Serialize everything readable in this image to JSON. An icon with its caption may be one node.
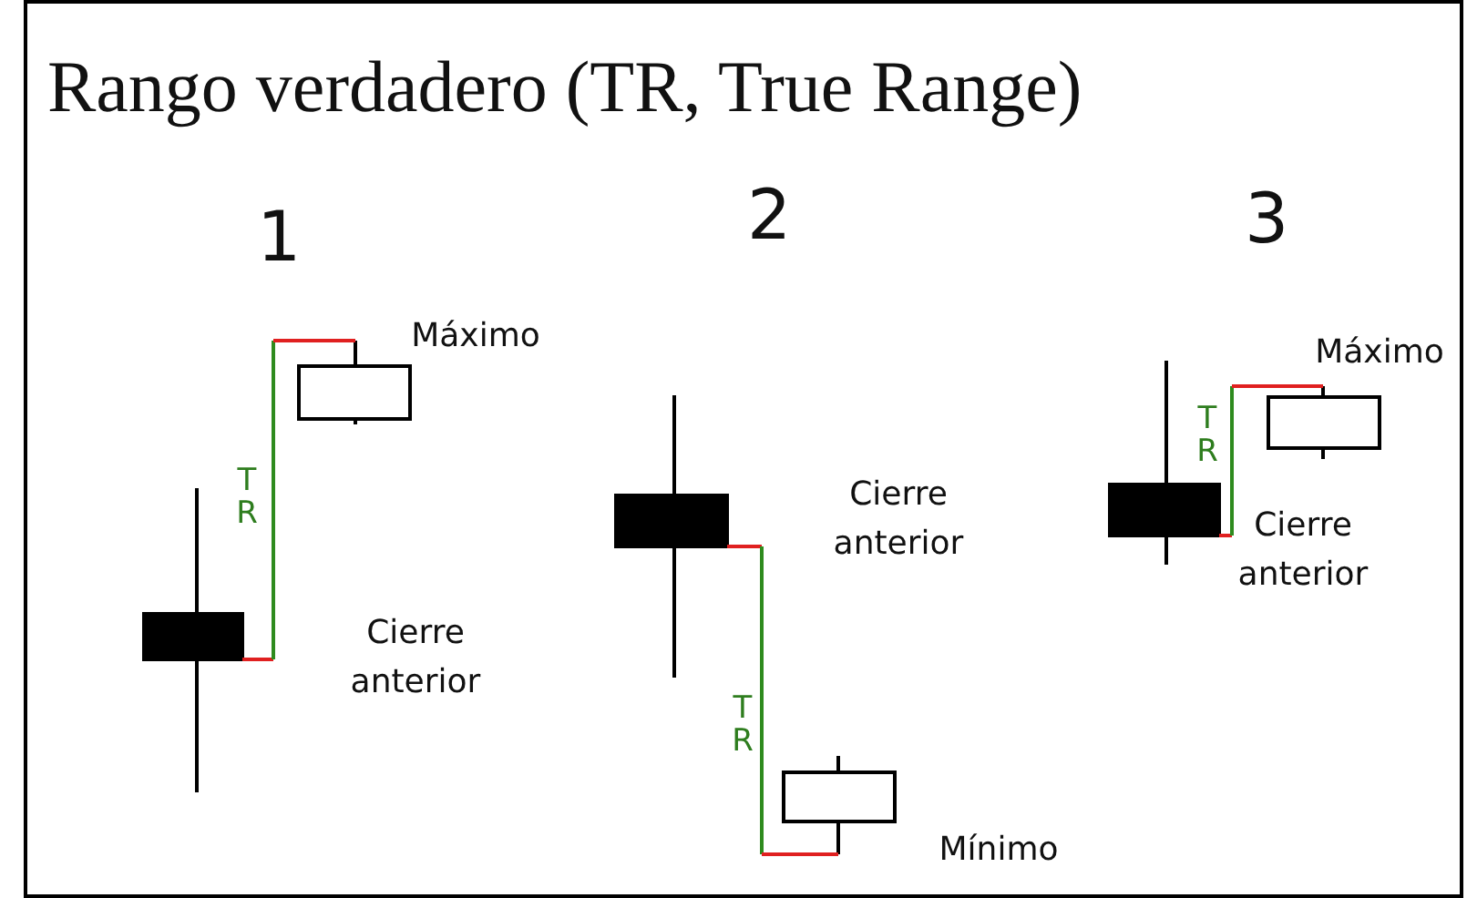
{
  "diagram": {
    "title": "Rango verdadero (TR, True Range)",
    "labels": [
      "1",
      "2",
      "3",
      "Máximo",
      "Máximo",
      "TR",
      "TR",
      "Cierre anterior",
      "Cierre anterior",
      "Cierre anterior",
      "TR",
      "Mínimo"
    ]
  }
}
